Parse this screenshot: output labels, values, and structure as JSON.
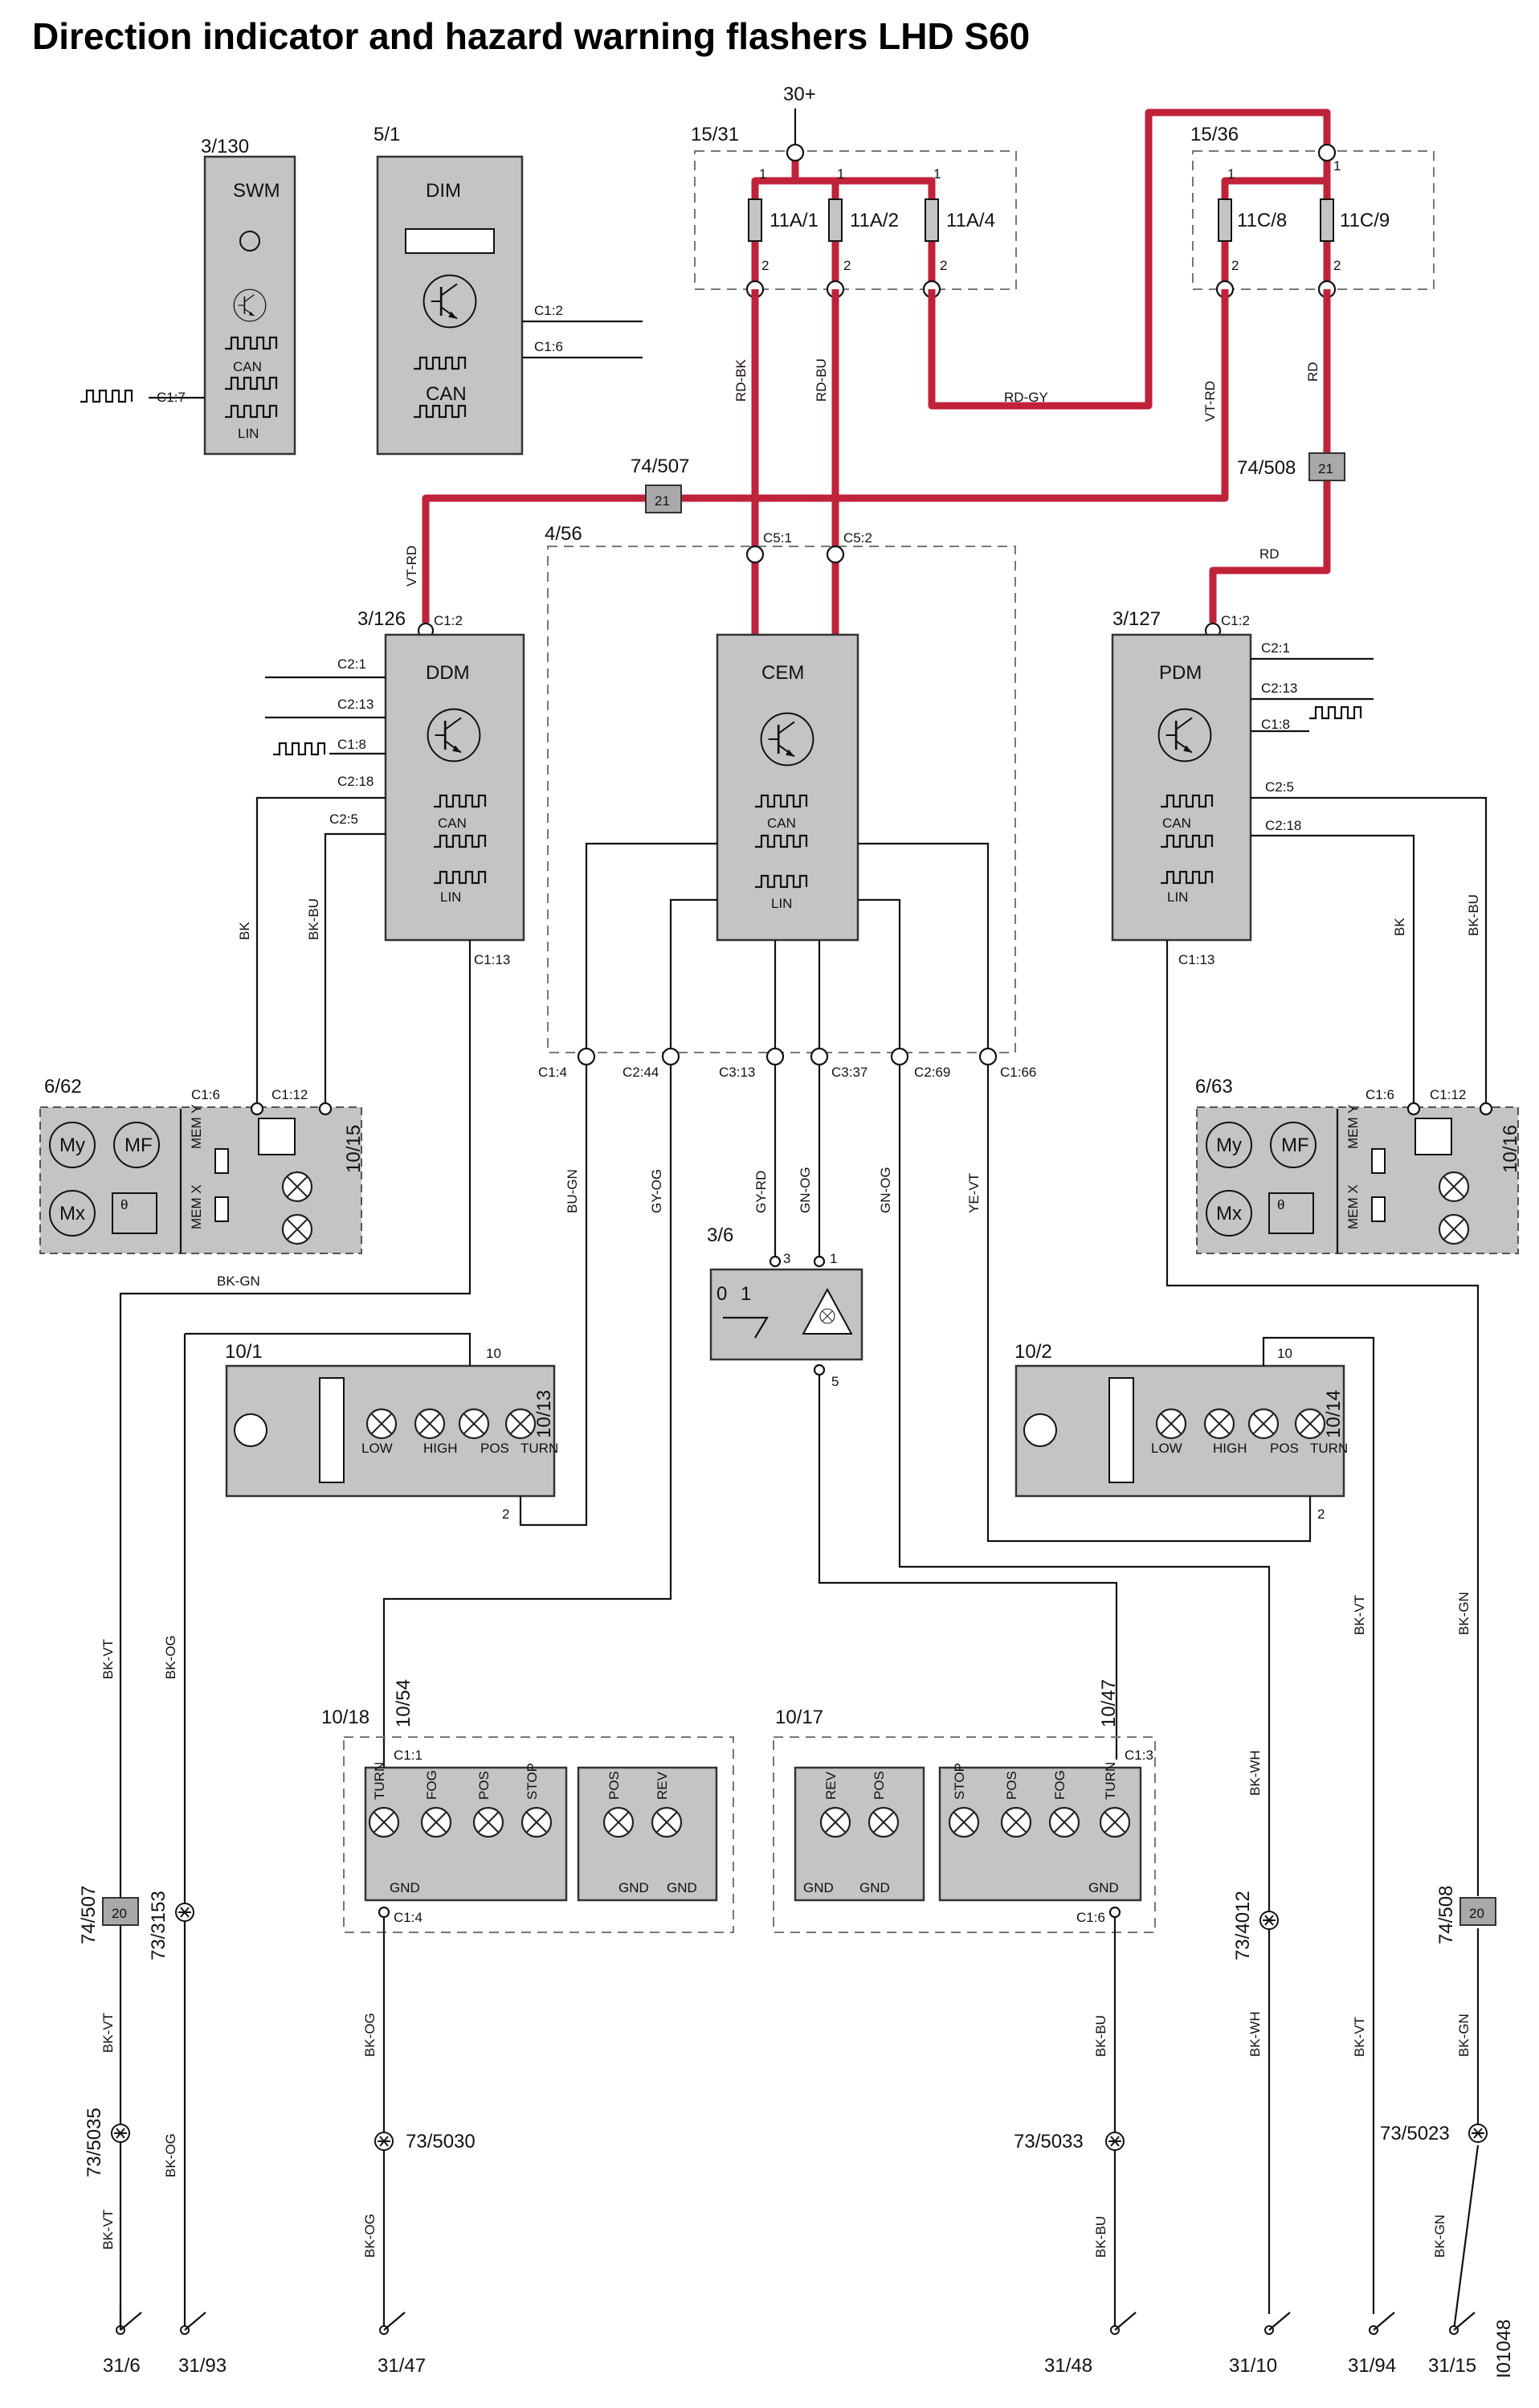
{
  "title": "Direction indicator and hazard warning flashers LHD S60",
  "supply": "30+",
  "figure_id": "I01048",
  "fuse_boxes": [
    {
      "id": "15/31",
      "fuses": [
        "11A/1",
        "11A/2",
        "11A/4"
      ]
    },
    {
      "id": "15/36",
      "fuses": [
        "11C/8",
        "11C/9"
      ]
    }
  ],
  "pin_labels": {
    "one": "1",
    "two": "2",
    "three": "3",
    "five": "5",
    "ten": "10"
  },
  "modules": {
    "swm": {
      "id": "3/130",
      "name": "SWM",
      "can": "CAN",
      "lin": "LIN",
      "pin": "C1:7"
    },
    "dim": {
      "id": "5/1",
      "name": "DIM",
      "can": "CAN",
      "pins": [
        "C1:2",
        "C1:6"
      ]
    },
    "cem": {
      "id": "4/56",
      "name": "CEM",
      "can": "CAN",
      "lin": "LIN",
      "pins_top": [
        "C5:1",
        "C5:2"
      ],
      "pins_bottom": [
        "C1:4",
        "C2:44",
        "C3:13",
        "C3:37",
        "C2:69",
        "C1:66"
      ]
    },
    "ddm": {
      "id": "3/126",
      "name": "DDM",
      "can": "CAN",
      "lin": "LIN",
      "pins": [
        "C1:2",
        "C2:1",
        "C2:13",
        "C1:8",
        "C2:18",
        "C2:5",
        "C1:13"
      ]
    },
    "pdm": {
      "id": "3/127",
      "name": "PDM",
      "can": "CAN",
      "lin": "LIN",
      "pins": [
        "C1:2",
        "C2:1",
        "C2:13",
        "C1:8",
        "C2:5",
        "C2:18",
        "C1:13"
      ]
    }
  },
  "splices": [
    {
      "id": "74/507",
      "num": "21"
    },
    {
      "id": "74/508",
      "num": "21"
    },
    {
      "id": "74/507",
      "num": "20"
    },
    {
      "id": "74/508",
      "num": "20"
    }
  ],
  "mirrors": [
    {
      "id": "6/62",
      "lamp": "10/15",
      "pins": [
        "C1:6",
        "C1:12"
      ]
    },
    {
      "id": "6/63",
      "lamp": "10/16",
      "pins": [
        "C1:6",
        "C1:12"
      ]
    }
  ],
  "mirror_symbols": {
    "my": "My",
    "mf": "MF",
    "mx": "Mx",
    "theta": "θ",
    "mem_y": "MEM Y",
    "mem_x": "MEM X"
  },
  "headlamps": [
    {
      "id": "10/1",
      "lamp": "10/13",
      "labels": [
        "LOW",
        "HIGH",
        "POS",
        "TURN"
      ]
    },
    {
      "id": "10/2",
      "lamp": "10/14",
      "labels": [
        "LOW",
        "HIGH",
        "POS",
        "TURN"
      ]
    }
  ],
  "hazard_switch": {
    "id": "3/6",
    "positions": [
      "0",
      "1"
    ]
  },
  "rear_lamps": {
    "left": {
      "id": "10/18",
      "lamp": "10/54",
      "labels": [
        "TURN",
        "FOG",
        "POS",
        "STOP",
        "POS",
        "REV"
      ],
      "pins": [
        "C1:1",
        "C1:4"
      ],
      "gnd": "GND"
    },
    "right": {
      "id": "10/17",
      "lamp": "10/47",
      "labels": [
        "REV",
        "POS",
        "STOP",
        "POS",
        "FOG",
        "TURN"
      ],
      "pins": [
        "C1:3",
        "C1:6"
      ],
      "gnd": "GND"
    }
  },
  "wire_colors": {
    "rd_bk": "RD-BK",
    "rd_bu": "RD-BU",
    "rd_gy": "RD-GY",
    "vt_rd": "VT-RD",
    "rd": "RD",
    "bk": "BK",
    "bk_bu": "BK-BU",
    "bk_gn": "BK-GN",
    "bu_gn": "BU-GN",
    "gy_og": "GY-OG",
    "gy_rd": "GY-RD",
    "gn_og": "GN-OG",
    "ye_vt": "YE-VT",
    "bk_vt": "BK-VT",
    "bk_og": "BK-OG",
    "bk_wh": "BK-WH"
  },
  "ground_points": [
    "73/3153",
    "73/5035",
    "73/5030",
    "73/5033",
    "73/4012",
    "73/5023"
  ],
  "grounds": [
    "31/6",
    "31/93",
    "31/47",
    "31/48",
    "31/10",
    "31/94",
    "31/15"
  ],
  "colors": {
    "power": "#c0223a",
    "module_fill": "#c4c4c4",
    "wire": "#111111"
  }
}
